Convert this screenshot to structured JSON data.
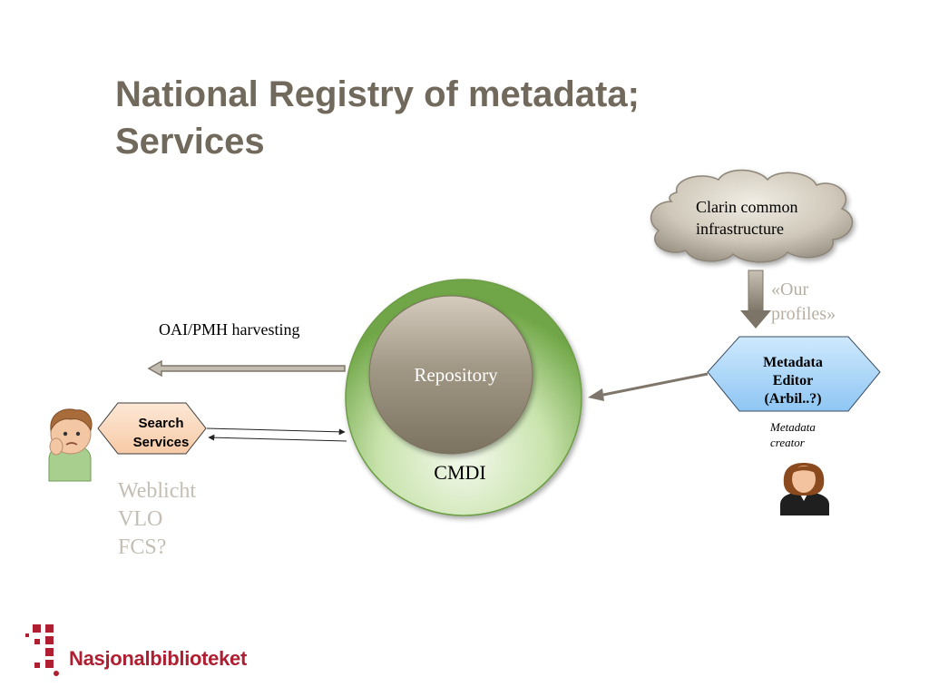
{
  "title": {
    "line1": "National Registry of metadata;",
    "line2": "Services"
  },
  "cloud": {
    "line1": "Clarin common",
    "line2": "infrastructure"
  },
  "profiles": {
    "line1": "«Our",
    "line2": "profiles»"
  },
  "harvest_label": "OAI/PMH harvesting",
  "repository": {
    "inner_label": "Repository",
    "outer_label": "CMDI"
  },
  "metadata_editor": {
    "line1": "Metadata",
    "line2": "Editor",
    "line3": "(Arbil..?)"
  },
  "metadata_creator": {
    "line1": "Metadata",
    "line2": "creator"
  },
  "search_services": {
    "line1": "Search",
    "line2": "Services"
  },
  "clients": [
    "Weblicht",
    "VLO",
    "FCS?"
  ],
  "logo": {
    "name": "Nasjonalbiblioteket",
    "color": "#b01e32"
  },
  "colors": {
    "title": "#716a5c",
    "editor_fill": "#a6d4f7",
    "search_fill": "#fbdcc2",
    "repository_green": "#7cb24f",
    "arrow": "#8a8275"
  },
  "icons": {
    "user": "confused-boy-icon",
    "creator": "woman-avatar-icon"
  }
}
